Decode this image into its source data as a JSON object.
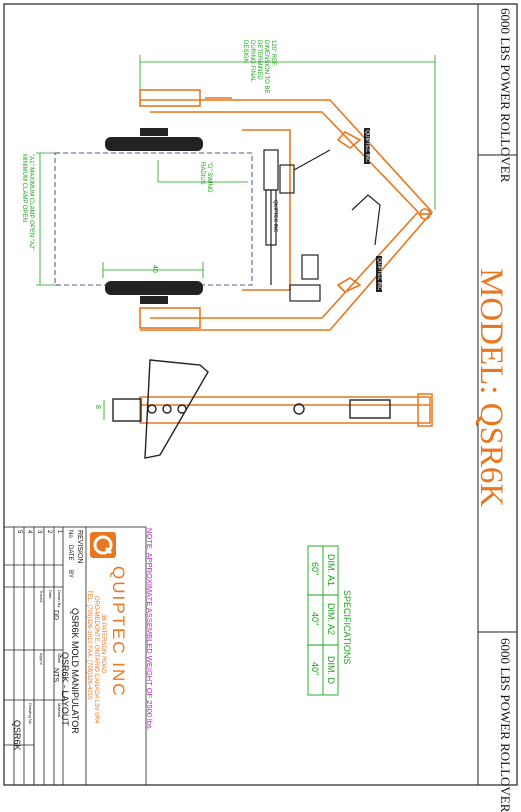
{
  "title_block": {
    "top_banner": "6000 LBS POWER ROLLOVER",
    "bottom_banner": "6000 LBS POWER ROLLOVER",
    "model": "MODEL: QSR6K"
  },
  "company": {
    "name": "QUIPTEC INC",
    "address_line1": "36 PATERSON ROAD",
    "address_line2": "ORO-MEDONTE, ONTARIO CANADA L3V 0R4",
    "contact": "TEL: (705)326-1010     FAX: (705)326-4010"
  },
  "drawing": {
    "title": "QSR6K MOLD MANIPULATOR",
    "subtitle": "QSR6K - LAYOUT",
    "drawn_by_label": "Drawn By",
    "drawn_by": "DD",
    "date_label": "Date",
    "scale_label": "Scale",
    "scale": "NTS",
    "traced_label": "Traced",
    "approved_label": "Appr'd",
    "material_label": "Material",
    "drawing_no_label": "Drawing No.",
    "drawing_no": "QSR6K"
  },
  "revision": {
    "header": "REVISION",
    "col_no": "No",
    "col_date": "DATE",
    "col_by": "BY",
    "rows": [
      "1",
      "2",
      "3",
      "4",
      "5"
    ]
  },
  "note": "NOTE: APPROXIMATE ASSEMBLED WEIGHT OF 2500 lbs.",
  "specifications": {
    "title": "SPECIFICATIONS",
    "headers": [
      "DIM. A1",
      "DIM. A2",
      "DIM. D"
    ],
    "values": [
      "60\"",
      "40\"",
      "40\""
    ]
  },
  "dimensions": {
    "ref_note": "120\" REF. DIMENSION TO BE DETERMINED DURING FINAL DESIGN",
    "clamp_note": "\"A1\" MAXIMUM CLAMP OPEN \"A2\" MINIMUM CLAMP OPEN",
    "swing_note": "\"D\" SWING RADIUS",
    "platen_dim": "40",
    "side_dim": "8"
  },
  "labels": {
    "platen_tag_top": "QUIPTEC INC",
    "platen_tag_bottom": "QUIPTEC INC",
    "cylinder_tag": "QUIPTEC INC"
  },
  "colors": {
    "outline": "#e8771f",
    "dimension": "#18a316",
    "note": "#c21ad1",
    "platen_box": "#1c2a6e",
    "spec_border": "#18a316"
  }
}
